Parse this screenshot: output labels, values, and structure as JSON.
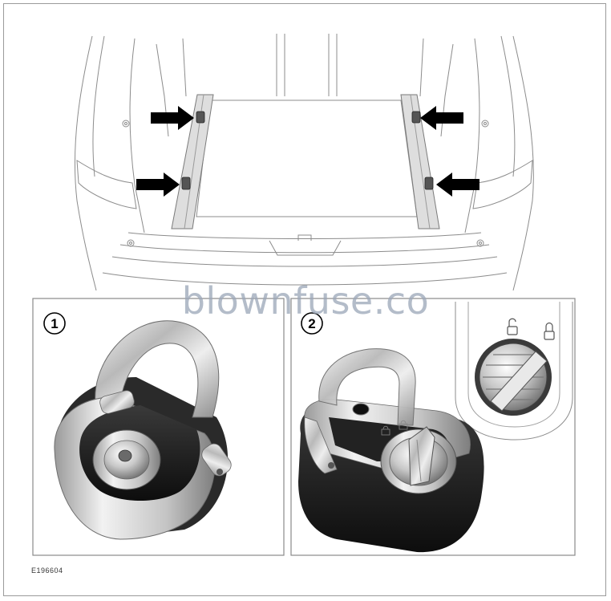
{
  "watermark": "blownfuse.co",
  "figure_code": "E196604",
  "panels": [
    {
      "number": "1"
    },
    {
      "number": "2"
    }
  ],
  "colors": {
    "line": "#8c8c8c",
    "arrow": "#000000",
    "rail": "#dcdcdc",
    "black_plastic": "#1e1e1e",
    "chrome": "#d8d8d8"
  },
  "icons": {
    "lock_open": "unlock-icon",
    "lock_closed": "lock-icon"
  }
}
